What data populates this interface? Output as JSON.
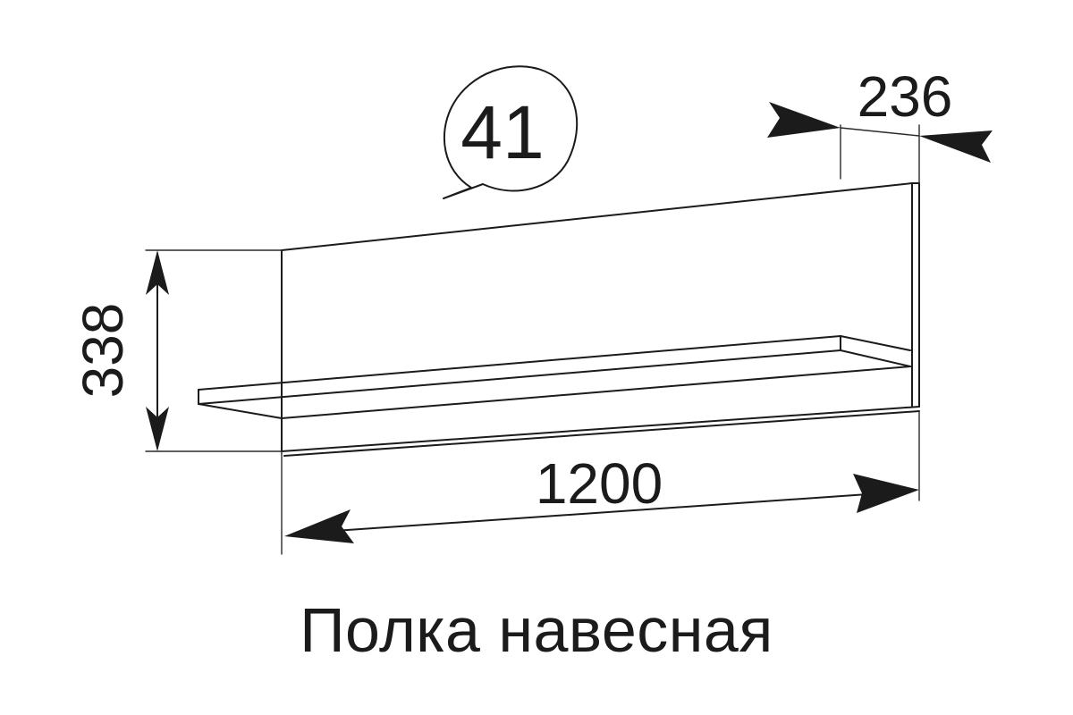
{
  "callout": {
    "number": "41"
  },
  "dimensions": {
    "width": "1200",
    "height": "338",
    "depth": "236"
  },
  "caption": "Полка навесная",
  "colors": {
    "ink": "#1b1b1b",
    "background": "#ffffff"
  }
}
